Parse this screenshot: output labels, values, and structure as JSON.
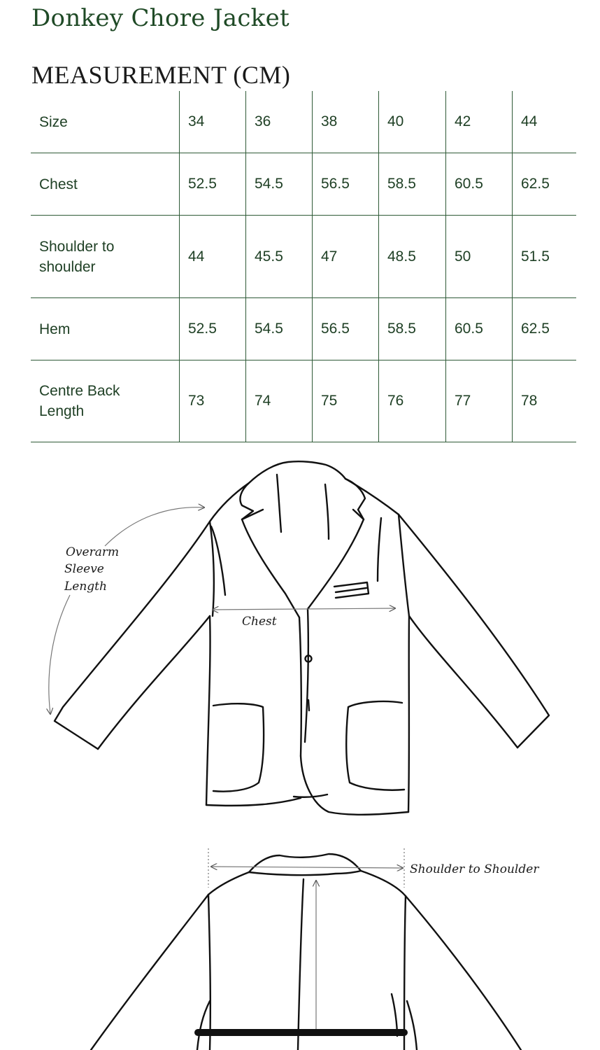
{
  "page": {
    "title": "Donkey Chore Jacket",
    "subtitle": "MEASUREMENT (CM)"
  },
  "table": {
    "header_label": "Size",
    "sizes": [
      "34",
      "36",
      "38",
      "40",
      "42",
      "44"
    ],
    "rows": [
      {
        "label": "Chest",
        "values": [
          "52.5",
          "54.5",
          "56.5",
          "58.5",
          "60.5",
          "62.5"
        ]
      },
      {
        "label": "Shoulder to\nshoulder",
        "values": [
          "44",
          "45.5",
          "47",
          "48.5",
          "50",
          "51.5"
        ]
      },
      {
        "label": "Hem",
        "values": [
          "52.5",
          "54.5",
          "56.5",
          "58.5",
          "60.5",
          "62.5"
        ]
      },
      {
        "label": "Centre Back\nLength",
        "values": [
          "73",
          "74",
          "75",
          "76",
          "77",
          "78"
        ]
      }
    ]
  },
  "diagram": {
    "front_labels": {
      "overarm_line1": "Overarm",
      "overarm_line2": "Sleeve",
      "overarm_line3": "Length",
      "chest": "Chest"
    },
    "back_labels": {
      "shoulder": "Shoulder to Shoulder"
    }
  },
  "colors": {
    "title": "#1f4a26",
    "table_text": "#1f4025",
    "rule_lines": "#2f5a37"
  }
}
